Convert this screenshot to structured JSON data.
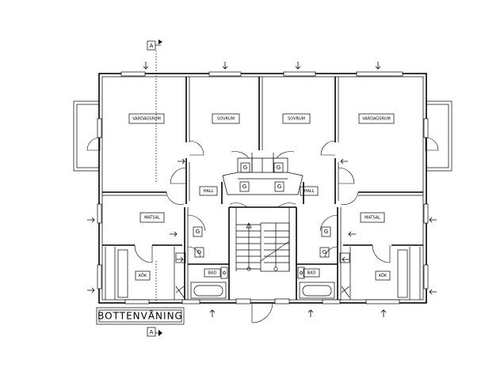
{
  "drawing": {
    "title": "BOTTENVÅNING",
    "section_marker": "A"
  },
  "rooms": {
    "vardagsrum_left": "VARDAGSRUM",
    "sovrum_left": "SOVRUM",
    "sovrum_right": "SOVRUM",
    "vardagsrum_right": "VARDAGSRUM",
    "hall_left": "HALL",
    "hall_right": "HALL",
    "matsal_left": "MATSAL",
    "matsal_right": "MATSAL",
    "kok_left": "KÖK",
    "kok_right": "KÖK",
    "bad_left": "BAD",
    "bad_right": "BAD"
  },
  "wardrobe_mark": "G"
}
